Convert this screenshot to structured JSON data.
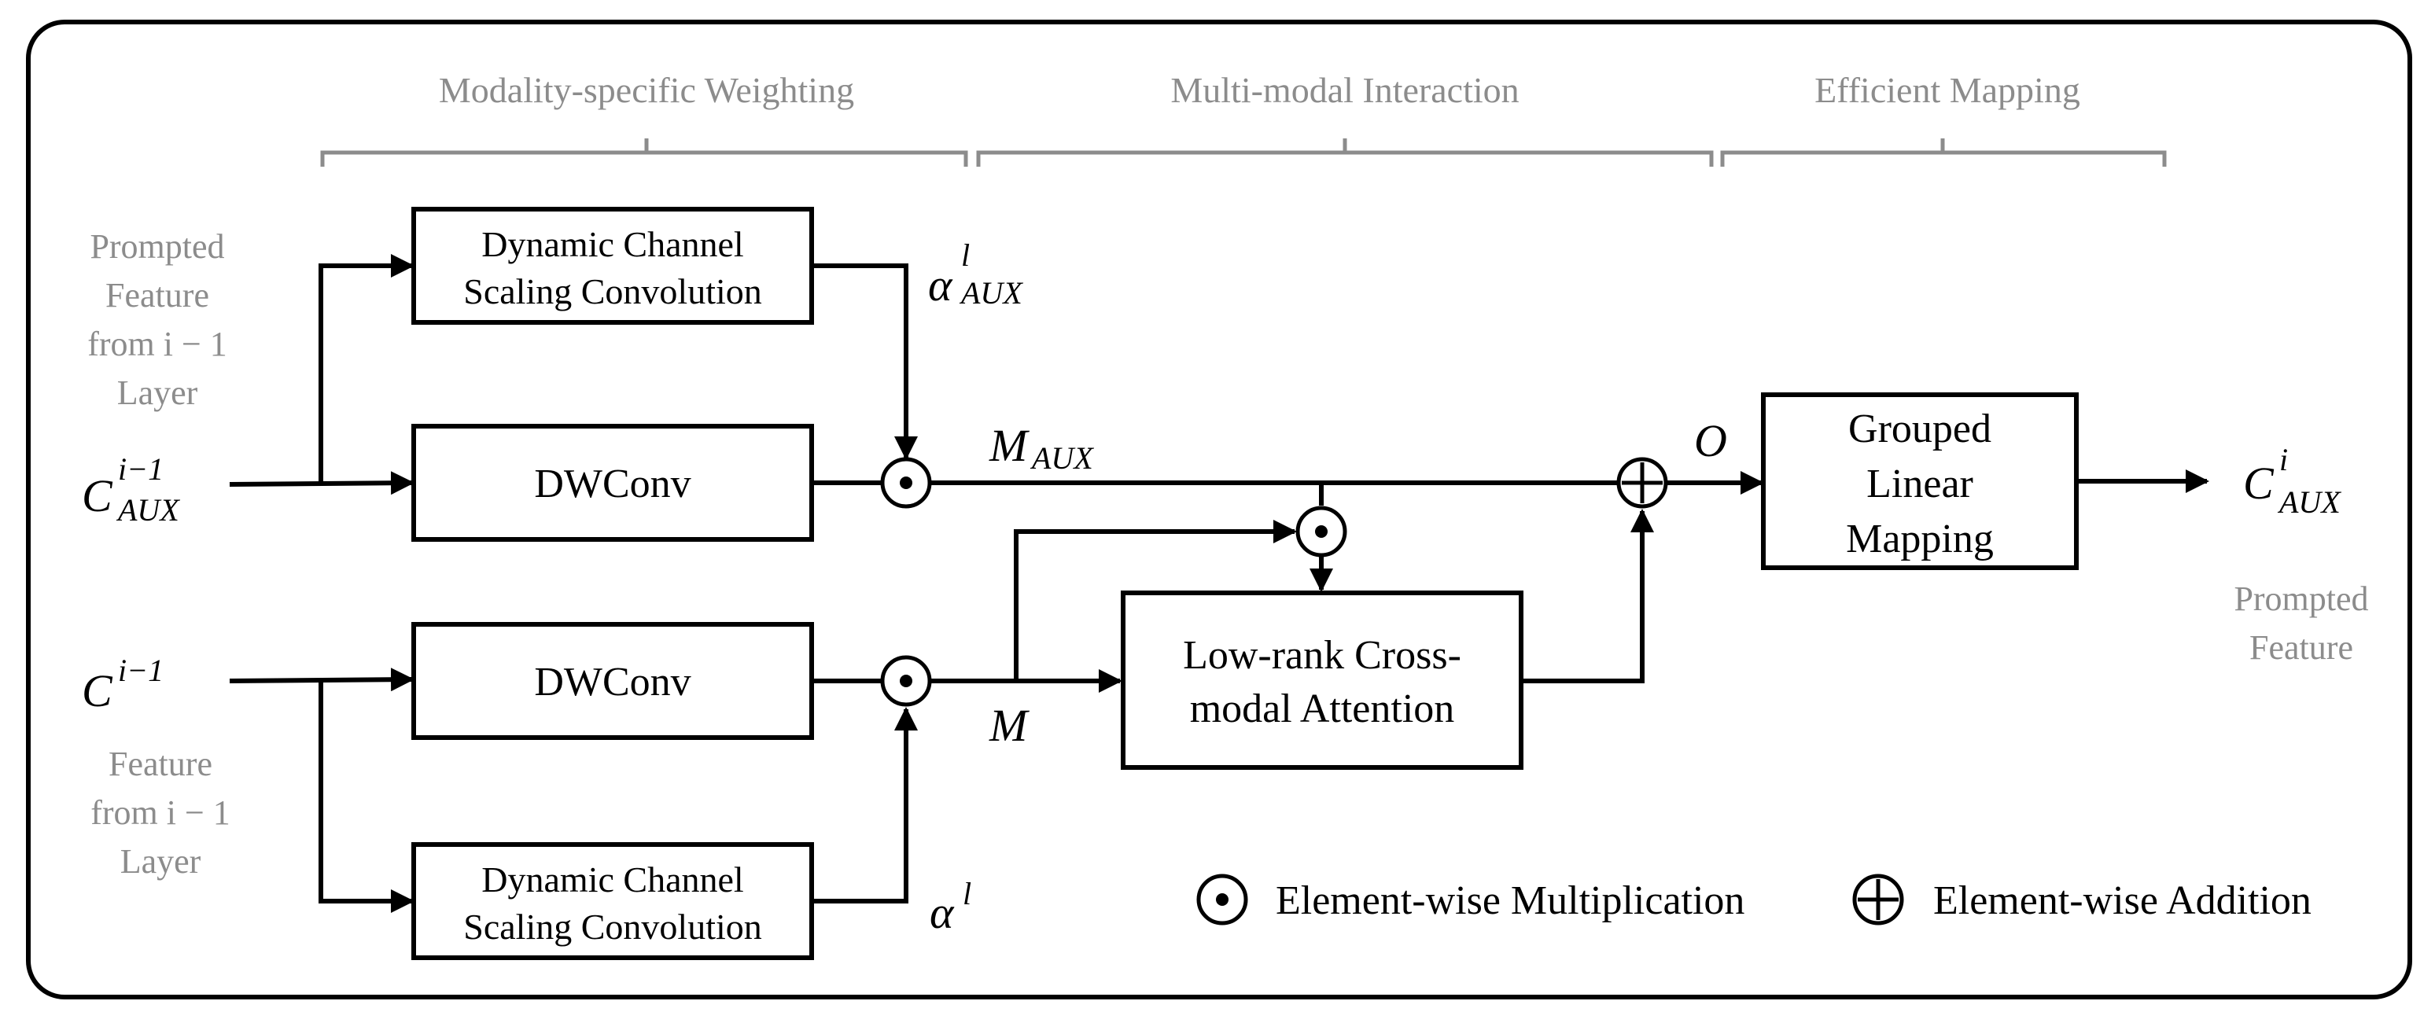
{
  "sections": {
    "weighting": "Modality-specific Weighting",
    "interaction": "Multi-modal Interaction",
    "mapping": "Efficient Mapping"
  },
  "inputs": {
    "aux_note": [
      "Prompted",
      "Feature",
      "from i − 1",
      "Layer"
    ],
    "main_note": [
      "Feature",
      "from i − 1",
      "Layer"
    ],
    "aux_symbol": {
      "base": "C",
      "sup": "i−1",
      "sub": "AUX"
    },
    "main_symbol": {
      "base": "C",
      "sup": "i−1"
    }
  },
  "boxes": {
    "dcsc_top": [
      "Dynamic Channel",
      "Scaling Convolution"
    ],
    "dwconv_top": "DWConv",
    "dwconv_bottom": "DWConv",
    "dcsc_bottom": [
      "Dynamic Channel",
      "Scaling Convolution"
    ],
    "lrca": [
      "Low-rank Cross-",
      "modal Attention"
    ],
    "glm": [
      "Grouped",
      "Linear",
      "Mapping"
    ]
  },
  "symbols": {
    "alpha_aux": {
      "base": "α",
      "sup": "l",
      "sub": "AUX"
    },
    "alpha": {
      "base": "α",
      "sup": "l"
    },
    "m_aux": {
      "base": "M",
      "sub": "AUX"
    },
    "m": "M",
    "o": "O",
    "output": {
      "base": "C",
      "sup": "i",
      "sub": "AUX"
    }
  },
  "output_note": [
    "Prompted",
    "Feature"
  ],
  "legend": {
    "multiplication": "Element-wise Multiplication",
    "addition": "Element-wise Addition"
  },
  "colors": {
    "line": "#000000",
    "annotation": "#8c8c8c",
    "frame": "#000000"
  }
}
